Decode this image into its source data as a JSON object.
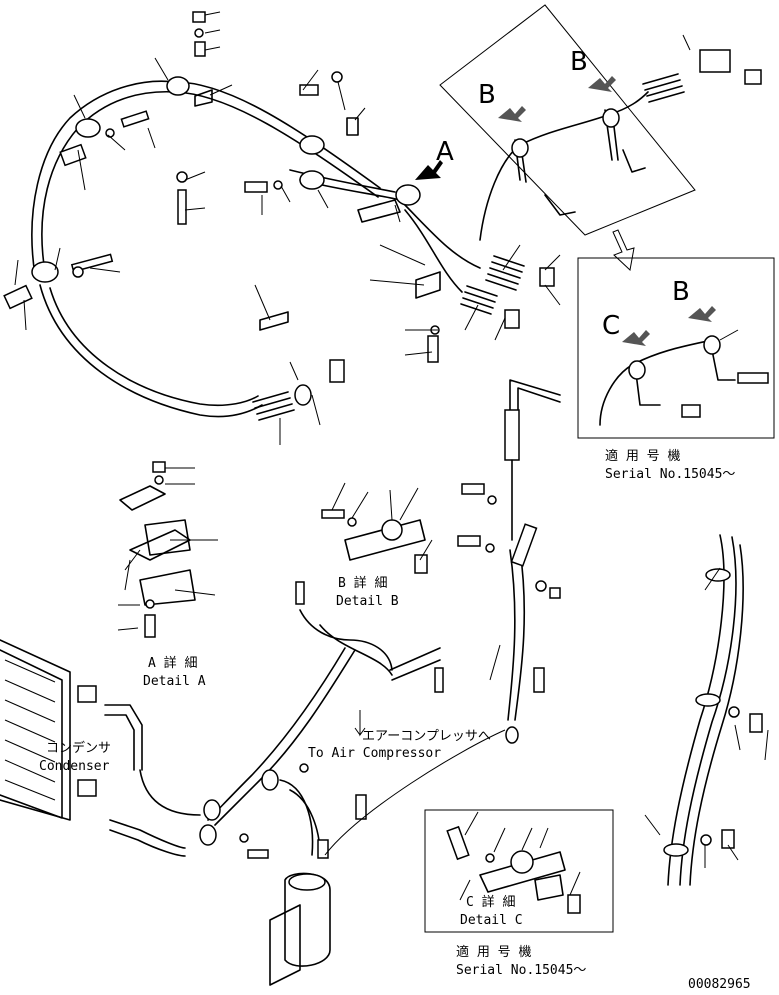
{
  "view_labels": {
    "a": "A",
    "b1": "B",
    "b2": "B",
    "b3": "B",
    "c": "C"
  },
  "details": {
    "a_jp": "A 詳 細",
    "a_en": "Detail A",
    "b_jp": "B 詳 細",
    "b_en": "Detail B",
    "c_jp": "C 詳 細",
    "c_en": "Detail C"
  },
  "callouts": {
    "compressor_jp": "エアーコンプレッサへ",
    "compressor_en": "To Air Compressor",
    "condenser_jp": "コンデンサ",
    "condenser_en": "Condenser"
  },
  "serial_notes": {
    "upper_jp": "適 用 号 機",
    "upper_en": "Serial No.15045～",
    "lower_jp": "適 用 号 機",
    "lower_en": "Serial No.15045～"
  },
  "doc_number": "00082965"
}
